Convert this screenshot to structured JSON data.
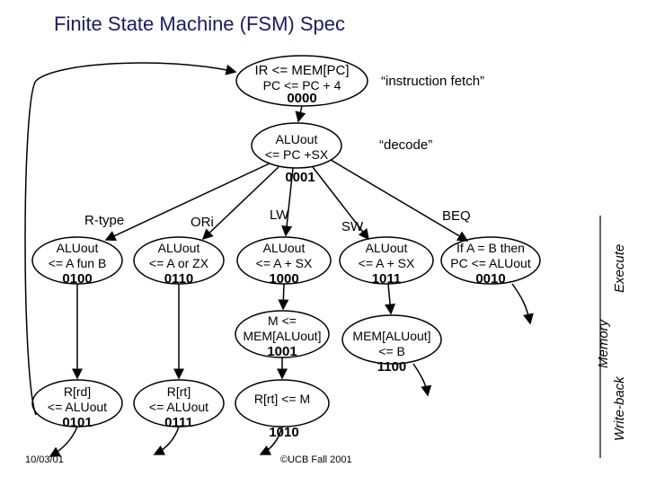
{
  "title": "Finite State Machine (FSM) Spec",
  "states": {
    "fetch": {
      "line1": "IR <= MEM[PC]",
      "line2": "PC <= PC + 4",
      "code": "0000"
    },
    "decode": {
      "line1": "ALUout",
      "line2": "<= PC +SX",
      "code": "0001"
    },
    "rtype_exec": {
      "line1": "ALUout",
      "line2": "<= A fun B",
      "code": "0100"
    },
    "ori_exec": {
      "line1": "ALUout",
      "line2": "<= A or ZX",
      "code": "0110"
    },
    "lw_exec": {
      "line1": "ALUout",
      "line2": "<= A + SX",
      "code": "1000"
    },
    "sw_exec": {
      "line1": "ALUout",
      "line2": "<= A + SX",
      "code": "1011"
    },
    "beq_exec": {
      "line1": "If A = B then",
      "line2": "PC <= ALUout",
      "code": "0010"
    },
    "lw_mem": {
      "line1": "M <=",
      "line2": "MEM[ALUout]",
      "code": "1001"
    },
    "sw_mem": {
      "line1": "MEM[ALUout]",
      "line2": "<= B",
      "code": "1100"
    },
    "rtype_wb": {
      "line1": "R[rd]",
      "line2": "<= ALUout",
      "code": "0101"
    },
    "ori_wb": {
      "line1": "R[rt]",
      "line2": "<= ALUout",
      "code": "0111"
    },
    "lw_wb": {
      "line1": "R[rt] <= M",
      "code": "1010"
    }
  },
  "branch_labels": {
    "rtype": "R-type",
    "ori": "ORi",
    "lw": "LW",
    "sw": "SW",
    "beq": "BEQ"
  },
  "annotations": {
    "fetch": "“instruction fetch”",
    "decode": "“decode”"
  },
  "phases": {
    "execute": "Execute",
    "memory": "Memory",
    "writeback": "Write-back"
  },
  "footer": {
    "date": "10/03/01",
    "copyright": "©UCB Fall 2001"
  },
  "colors": {
    "title": "#1a1a66",
    "state_fill": "#ffffff",
    "state_stroke": "#000000"
  }
}
